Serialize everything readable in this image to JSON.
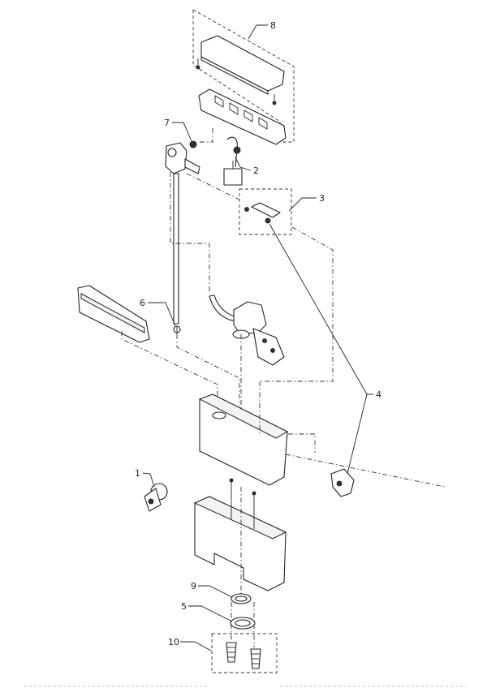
{
  "callouts": [
    {
      "id": "1",
      "label": "1"
    },
    {
      "id": "2",
      "label": "2"
    },
    {
      "id": "3",
      "label": "3"
    },
    {
      "id": "4",
      "label": "4"
    },
    {
      "id": "5",
      "label": "5"
    },
    {
      "id": "6",
      "label": "6"
    },
    {
      "id": "7",
      "label": "7"
    },
    {
      "id": "8",
      "label": "8"
    },
    {
      "id": "9",
      "label": "9"
    },
    {
      "id": "10",
      "label": "10"
    }
  ],
  "colors": {
    "line": "#222222",
    "paper": "#ffffff"
  }
}
